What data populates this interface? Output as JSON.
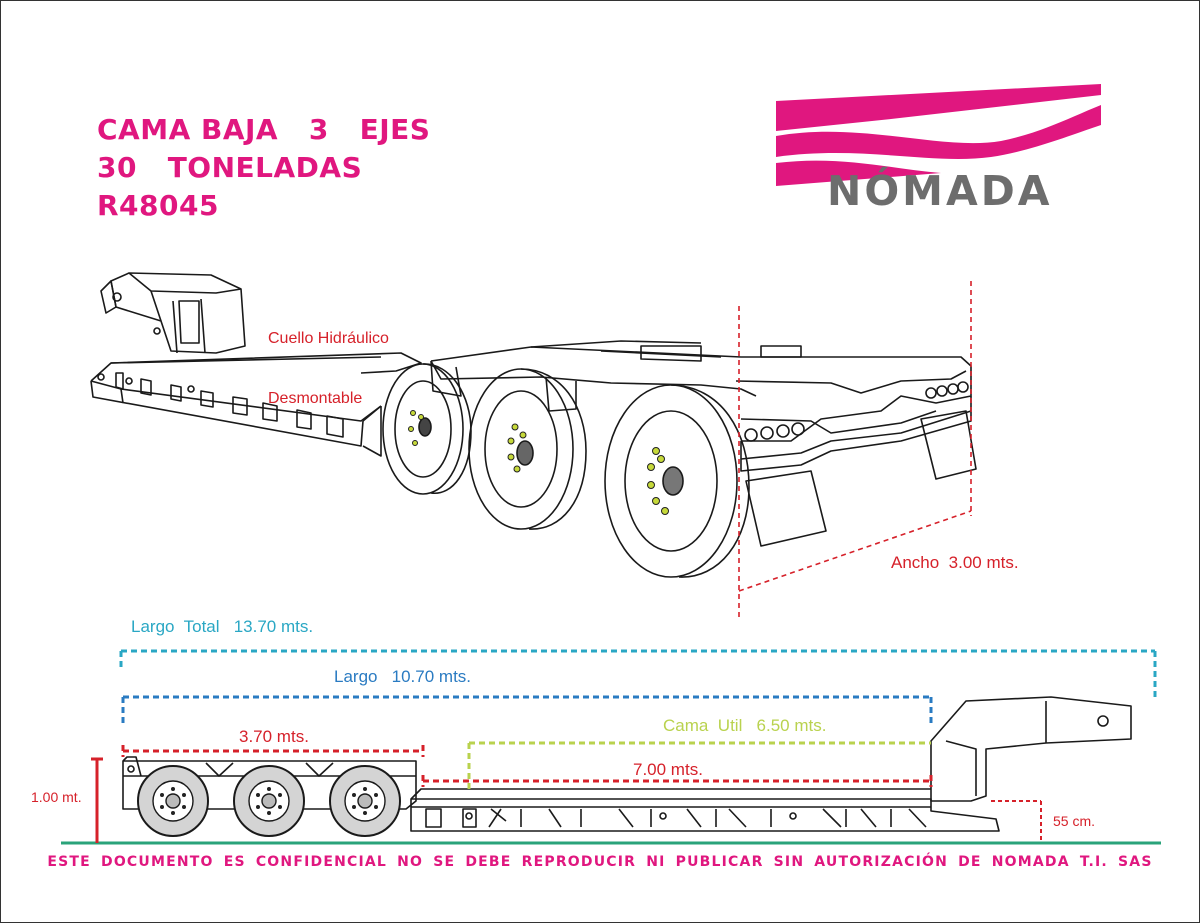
{
  "title": {
    "line1": "CAMA BAJA   3   EJES",
    "line2": "30   TONELADAS",
    "line3": "R48045"
  },
  "logo": {
    "text": "NÓMADA",
    "icon": "nomada-wave-logo-icon",
    "colors": {
      "accent": "#e0177f",
      "text": "#6d6d6d"
    }
  },
  "annotations": {
    "neck": [
      "Cuello Hidráulico",
      "Desmontable"
    ],
    "width": "Ancho  3.00 mts.",
    "total_length": "Largo  Total   13.70 mts.",
    "length": "Largo   10.70 mts.",
    "axle_length": "3.70 mts.",
    "useful_bed": "Cama  Util   6.50 mts.",
    "deck_length": "7.00 mts.",
    "height": "1.00 mt.",
    "deck_height": "55 cm."
  },
  "footer": "ESTE DOCUMENTO ES CONFIDENCIAL NO SE DEBE REPRODUCIR NI PUBLICAR SIN AUTORIZACIÓN DE NOMADA T.I. SAS",
  "colors": {
    "brand": "#e0177f",
    "dimension_red": "#d6212a",
    "dimension_teal": "#2aa7c4",
    "dimension_blue": "#2a7bc2",
    "dimension_lime": "#b9d24e",
    "ground": "#2aa37a"
  }
}
